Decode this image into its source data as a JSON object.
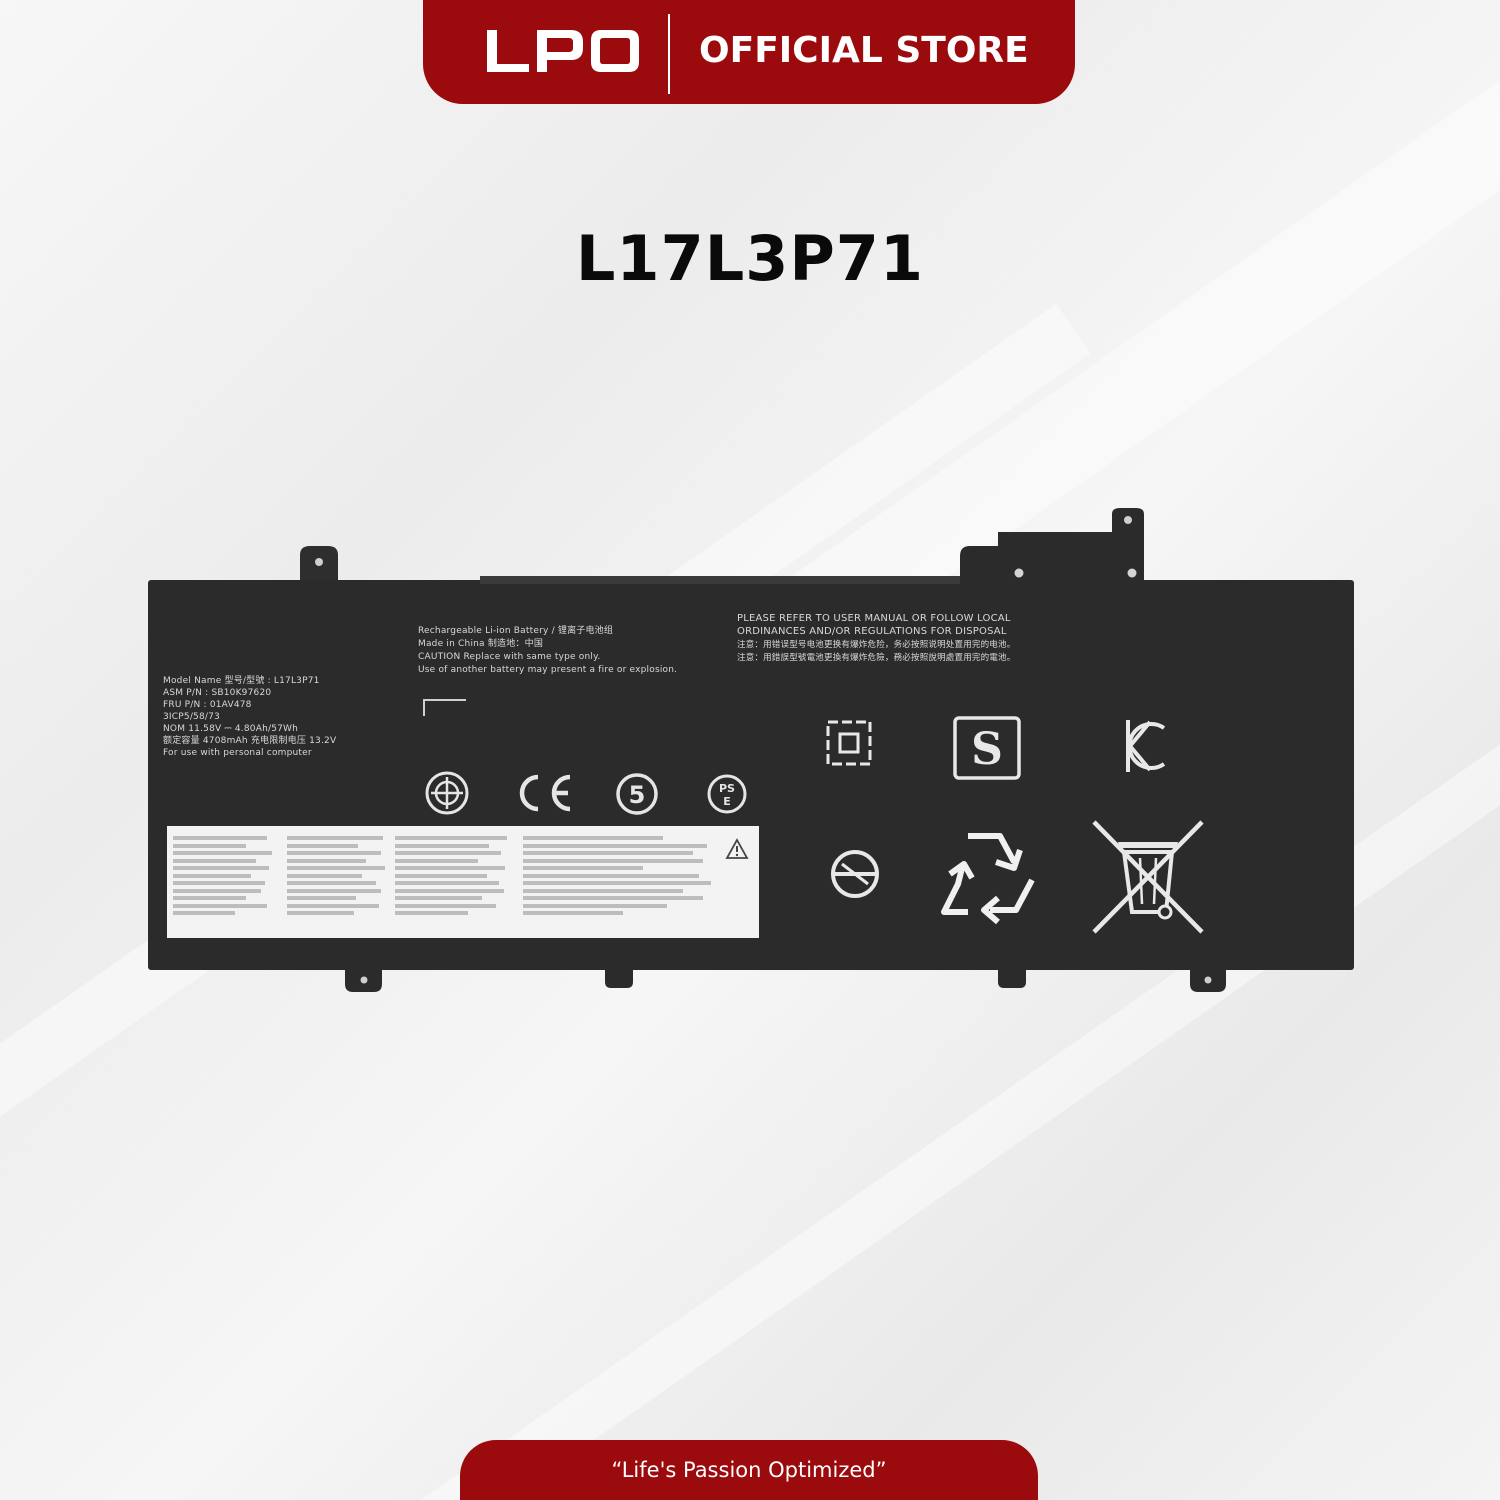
{
  "banner": {
    "brand": "LPO",
    "store_label": "OFFICIAL STORE"
  },
  "product": {
    "model": "L17L3P71"
  },
  "battery_label": {
    "spec_lines": [
      "Model Name 型号/型號 : L17L3P71",
      "ASM P/N : SB10K97620",
      "FRU P/N : 01AV478",
      "3ICP5/58/73",
      "NOM 11.58V ⎓ 4.80Ah/57Wh",
      "额定容量 4708mAh 充电限制电压 13.2V",
      "For use with personal computer"
    ],
    "caution_lines": [
      "Rechargeable Li-ion Battery / 锂离子电池组",
      "Made in China  制造地：中国",
      "CAUTION Replace with same type only.",
      "Use of another battery may present a fire or explosion."
    ],
    "disposal_lines": [
      "PLEASE REFER TO USER MANUAL OR FOLLOW LOCAL",
      "ORDINANCES AND/OR REGULATIONS FOR DISPOSAL",
      "注意：用错误型号电池更换有爆炸危险，务必按照说明处置用完的电池。",
      "注意：用錯誤型號電池更換有爆炸危險，務必按照說明處置用完的電池。"
    ],
    "marks": [
      "CE"
    ]
  },
  "footer": {
    "slogan": "“Life's Passion Optimized”"
  },
  "colors": {
    "brand_red": "#9b0a0d",
    "battery_body": "#2b2b2b"
  }
}
